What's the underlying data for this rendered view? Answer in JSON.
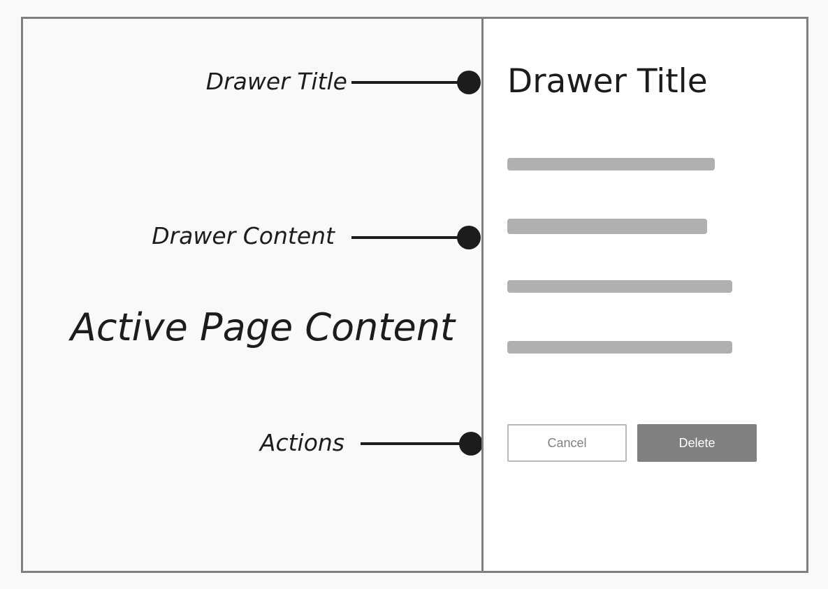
{
  "annotations": {
    "drawer_title": "Drawer Title",
    "drawer_content": "Drawer Content",
    "actions": "Actions"
  },
  "page": {
    "active_content": "Active Page Content"
  },
  "drawer": {
    "title": "Drawer Title",
    "content_line_count": 4,
    "cancel_label": "Cancel",
    "delete_label": "Delete"
  },
  "colors": {
    "frame_border": "#808080",
    "page_background": "#f8f9fb",
    "drawer_background": "#ffffff",
    "placeholder_line": "#b0b0b0",
    "primary_button": "#808080",
    "connector": "#1c1c1c"
  }
}
